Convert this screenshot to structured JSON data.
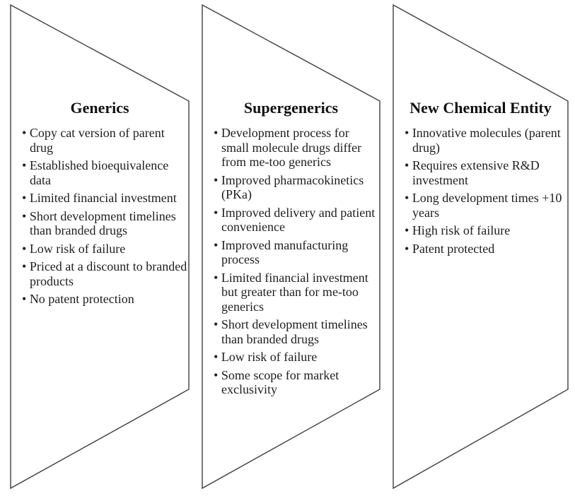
{
  "canvas": {
    "background": "#ffffff",
    "outline_color": "#3e3e3e",
    "text_color": "#1e1e1e"
  },
  "panels": [
    {
      "id": "generics",
      "title": "Generics",
      "bullets": [
        "Copy cat version of parent drug",
        "Established bioequivalence data",
        "Limited financial investment",
        "Short development timelines than branded drugs",
        "Low risk of failure",
        "Priced at a discount to branded products",
        "No patent protection"
      ]
    },
    {
      "id": "supergenerics",
      "title": "Supergenerics",
      "bullets": [
        "Development process for small molecule drugs differ from me-too generics",
        "Improved pharmacokinetics (PKa)",
        "Improved delivery and patient convenience",
        "Improved manufacturing process",
        "Limited financial investment but greater than for me-too generics",
        "Short development timelines than branded drugs",
        "Low risk of failure",
        "Some scope for market exclusivity"
      ]
    },
    {
      "id": "new-chemical-entity",
      "title": "New Chemical Entity",
      "bullets": [
        "Innovative molecules (parent drug)",
        "Requires extensive R&D investment",
        "Long development times +10 years",
        "High risk of failure",
        "Patent protected"
      ]
    }
  ]
}
